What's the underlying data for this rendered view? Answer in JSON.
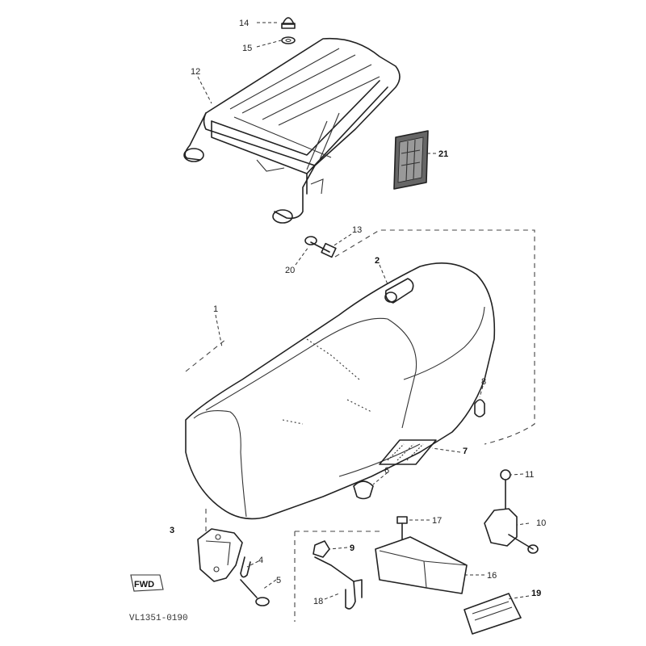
{
  "diagram": {
    "callouts": {
      "c1": "1",
      "c2": "2",
      "c3": "3",
      "c4": "4",
      "c5": "5",
      "c6": "6",
      "c7": "7",
      "c8": "8",
      "c9": "9",
      "c10": "10",
      "c11": "11",
      "c12": "12",
      "c13": "13",
      "c14": "14",
      "c15": "15",
      "c16": "16",
      "c17": "17",
      "c18": "18",
      "c19": "19",
      "c20": "20",
      "c21": "21"
    },
    "fwd_label": "FWD",
    "drawing_code": "VL1351-0190"
  }
}
